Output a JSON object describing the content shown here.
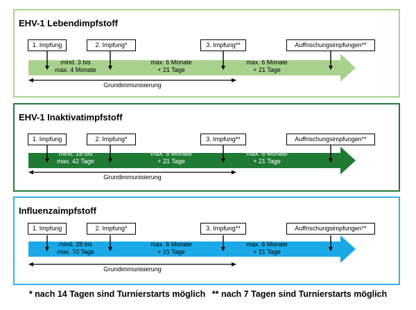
{
  "panels": [
    {
      "title": "EHV-1 Lebendimpfstoff",
      "color": "#a9d18e",
      "arrow_color": "#a9d18e",
      "boxes": [
        "1. Impfung",
        "2. Impfung*",
        "3. Impfung**",
        "Auffrischungsimpfungen**"
      ],
      "intervals": [
        {
          "line1": "mind. 3 bis",
          "line2": "max. 4 Monate"
        },
        {
          "line1": "max. 6 Monate",
          "line2": "+ 21 Tage"
        },
        {
          "line1": "max. 6 Monate",
          "line2": "+ 21 Tage"
        }
      ],
      "grund_label": "Grundimmunisierung"
    },
    {
      "title": "EHV-1 Inaktivatimpfstoff",
      "color": "#1f7a34",
      "arrow_color": "#1f7a34",
      "boxes": [
        "1. Impfung",
        "2. Impfung*",
        "3. Impfung**",
        "Auffrischungsimpfungen**"
      ],
      "intervals": [
        {
          "line1": "mind. 28 bis",
          "line2": "max. 42 Tage"
        },
        {
          "line1": "max. 6 Monate",
          "line2": "+ 21 Tage"
        },
        {
          "line1": "max. 6 Monate",
          "line2": "+ 21 Tage"
        }
      ],
      "grund_label": "Grundimmunisierung"
    },
    {
      "title": "Influenzaimpfstoff",
      "color": "#2fb2e8",
      "arrow_color": "#1aa9e6",
      "boxes": [
        "1. Impfung",
        "2. Impfung*",
        "3. Impfung**",
        "Auffrischungsimpfungen**"
      ],
      "intervals": [
        {
          "line1": "mind. 28 bis",
          "line2": "max. 70 Tage"
        },
        {
          "line1": "max. 6 Monate",
          "line2": "+ 21 Tage"
        },
        {
          "line1": "max. 6 Monate",
          "line2": "+ 21 Tage"
        }
      ],
      "grund_label": "Grundimmunisierung"
    }
  ],
  "footnotes": {
    "note1": "* nach 14 Tagen sind Turnierstarts möglich",
    "note2": "** nach 7 Tagen sind Turnierstarts möglich"
  }
}
